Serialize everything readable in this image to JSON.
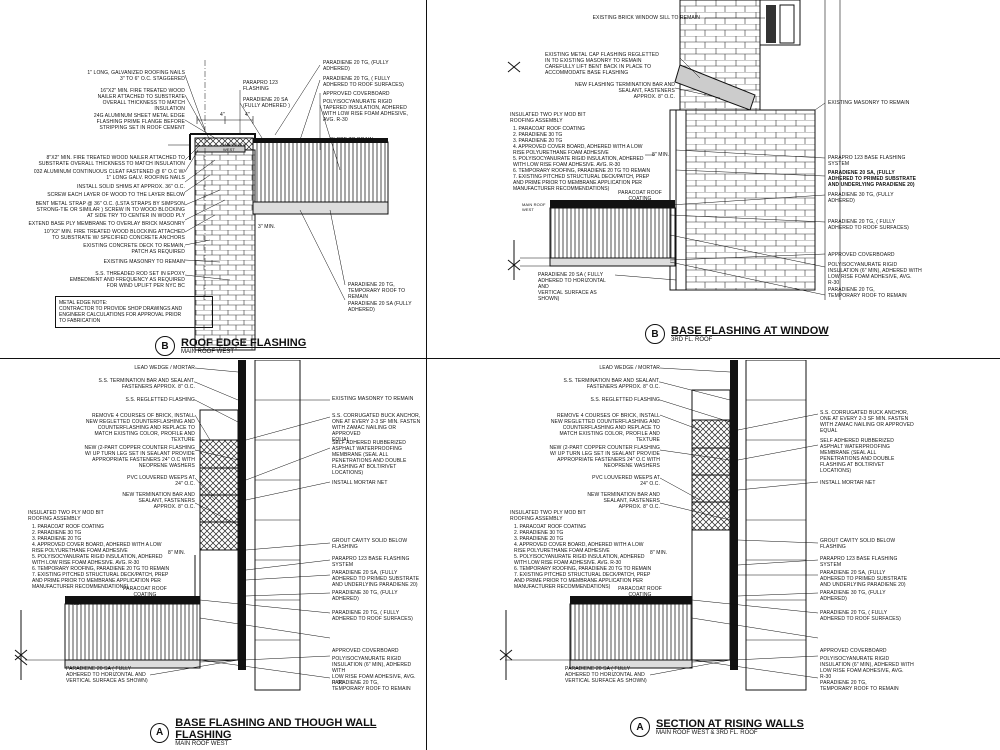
{
  "panels": {
    "roof_edge": {
      "marker": "B",
      "title": "ROOF EDGE FLASHING",
      "subtitle": "MAIN ROOF WEST",
      "left_notes": [
        "1\" LONG, GALVANIZED ROOFING NAILS\n3\" TO 6\" O.C. STAGGERED",
        "16\"X2\" MIN. FIRE TREATED WOOD\nNAILER ATTACHED TO SUBSTRATE\nOVERALL THICKNESS TO MATCH\nINSULATION",
        "24G ALUMINUM SHEET METAL EDGE\nFLASHING PRIME FLANGE BEFORE\nSTRIPPING SET IN ROOF CEMENT",
        "8\"X2\" MIN. FIRE TREATED WOOD NAILER ATTACHED TO\nSUBSTRATE OVERALL THICKNESS TO MATCH INSULATION",
        "032 ALUMINUM CONTINUOUS CLEAT FASTENED @ 6\" o.c W/\n1\" LONG GALV. ROOFING NAILS",
        "INSTALL SOLID SHIMS AT APPROX. 36\" O.C.",
        "SCREW EACH LAYER OF WOOD TO THE LAYER BELOW",
        "BENT METAL STRAP @ 36\" O.C. (LSTA STRAPS BY SIMPSON\nSTRONG-TIE OR SIMILAR ) SCREW IN TO WOOD BLOCKING\nAT SIDE TRY TO CENTER IN WOOD PLY",
        "EXTEND BASE PLY MEMBRANE TO OVERLAY BRICK MASONRY",
        "10\"X2\" MIN. FIRE TREATED WOOD BLOCKING ATTACHED\nTO SUBSTRATE W/ SPECIFIED CONCRETE ANCHORS",
        "EXISTING CONCRETE DECK TO REMAIN,\nPATCH AS REQUIRED",
        "EXISTING MASONRY TO REMAIN",
        "S.S. THREADED ROD SET IN EPOXY\nEMBEDMENT AND FREQUENCY AS REQUIRED\nFOR WIND UPLIFT PER NYC BC"
      ],
      "right_notes": [
        "PARADIENE 20 TG, (FULLY\nADHERED)",
        "PARADIENE 20 TG, ( FULLY\nADHERED TO ROOF SURFACES)",
        "APPROVED COVERBOARD",
        "POLYISOCYANURATE RIGID\nTAPERED INSULATION, ADHERED\nWITH LOW RISE FOAM ADHESIVE,\nAVG. R-30",
        "PARADIENE 20 TG,\nTEMPORARY ROOF TO\nREMAIN",
        "PARADIENE 20 SA (FULLY\nADHERED)"
      ],
      "top_notes": [
        "PARAPRO 123\nFLASHING",
        "PARADIENE 20 SA\n(FULLY ADHERED )"
      ],
      "level_tag": "MAIN ROOF\nWEST",
      "slope": "SLOPE TO DRAIN",
      "dims": [
        "4\"",
        "4\"",
        "3\" MIN."
      ],
      "box_note": "METAL EDGE NOTE:\nCONTRACTOR TO PROVIDE SHOP DRAWINGS AND\nENGINEER CALCULATIONS FOR APPROVAL PRIOR\nTO FABRICATION"
    },
    "window": {
      "marker": "B",
      "title": "BASE FLASHING AT WINDOW",
      "subtitle": "3RD FL. ROOF",
      "top_notes": [
        "EXISTING BRICK WINDOW SILL TO REMAIN",
        "EXISTING METAL CAP FLASHING REGLETTED\nIN TO EXISTING MASONRY TO REMAIN\nCAREFULLY LIFT BENT BACK IN PLACE TO\nACCOMMODATE BASE FLASHING",
        "NEW FLASHING TERMINATION BAR AND\nSEALANT, FASTENERS\nAPPROX. 8\" O.C."
      ],
      "assembly_head": "INSULATED TWO PLY MOD BIT\nROOFING ASSEMBLY",
      "assembly": [
        "1.  PARACOAT ROOF COATING",
        "2.  PARADIENE 30 TG",
        "3.  PARADIENE 20 TG",
        "4.  APPROVED COVER BOARD, ADHERED WITH A LOW",
        "     RISE POLYURETHANE FOAM ADHESIVE",
        "5.  POLYISOCYANURATE RIGID INSULATION, ADHERED",
        "     WITH LOW RISE FOAM ADHESIVE. AVG. R-30",
        "6.  TEMPORARY ROOFING, PARADIENE 20 TG TO REMAIN",
        "7.  EXISTING PITCHED STRUCTURAL DECK/PATCH, PREP",
        "     AND PRIME PRIOR TO MEMBRANE APPLICATION PER",
        "     MANUFACTURER RECOMMENDATIONS)"
      ],
      "right_notes": [
        "EXISTING MASONRY TO REMAIN",
        "PARAPRO 123 BASE FLASHING\nSYSTEM",
        "PARADIENE 20 SA, (FULLY\nADHERED TO PRIMED SUBSTRATE\nAND UNDERLYING PARADIENE 20)",
        "PARADIENE 30 TG, (FULLY\nADHERED)",
        "PARADIENE 20 TG, ( FULLY\nADHERED TO ROOF SURFACES)",
        "APPROVED COVERBOARD",
        "POLYISOCYANURATE RIGID\nINSULATION (6\" MIN), ADHERED WITH\nLOW RISE FOAM ADHESIVE, AVG.\nR-30",
        "PARADIENE 20 TG,\nTEMPORARY ROOF TO REMAIN"
      ],
      "coat_label": "PARACOAT ROOF\nCOATING",
      "level_tag": "MAIN ROOF\nWEST",
      "min_dim": "8\" MIN.",
      "bottom_note": "PARADIENE 20 SA ( FULLY\nADHERED TO HORIZONTAL AND\nVERTICAL SURFACE AS SHOWN)"
    },
    "through_wall": {
      "marker": "A",
      "title": "BASE FLASHING AND THOUGH WALL FLASHING",
      "subtitle": "MAIN ROOF WEST",
      "left_notes": [
        "LEAD WEDGE / MORTAR",
        "S.S. TERMINATION BAR AND SEALANT,\nFASTENERS APPROX. 8\" O.C.",
        "S.S. REGLETTED FLASHING",
        "REMOVE 4 COURSES OF BRICK, INSTALL\nNEW REGLETTED COUNTERFLASHING AND\nCOUNTERFLASHING AND REPLACE TO\nMATCH EXISTING COLOR, PROFILE AND\nTEXTURE",
        "NEW (2-PART COPPER COUNTER FLASHING\nW/ UP TURN LEG SET IN SEALANT PROVIDE\nAPPROPRIATE FASTENERS 24\" o.c WITH\nNEOPRENE WASHERS",
        "PVC LOUVERED WEEPS AT\n24\" O.C.",
        "NEW TERMINATION BAR AND\nSEALANT, FASTENERS\nAPPROX. 8\" O.C."
      ],
      "right_notes": [
        "EXISTING MASONRY TO REMAIN",
        "S.S.  CORRUGATED BUCK ANCHOR,\nONE AT EVERY 2-3 SF MIN. FASTEN\nWITH ZAMAC NAILING OR APPROVED\nEQUAL",
        "SELF ADHERED RUBBERIZED\nASPHALT WATERPROOFING\nMEMBRANE (SEAL ALL\nPENETRATIONS AND DOUBLE\nFLASHING AT BOLT/RIVET\nLOCATIONS)",
        "INSTALL MORTAR NET",
        "GROUT CAVITY SOLID BELOW\nFLASHING",
        "PARAPRO 123 BASE FLASHING\nSYSTEM",
        "PARADIENE 20 SA, (FULLY\nADHERED TO PRIMED SUBSTRATE\nAND UNDERLYING PARADIENE 20)",
        "PARADIENE 30 TG, (FULLY\nADHERED)",
        "PARADIENE 20 TG, ( FULLY\nADHERED TO ROOF SURFACES)",
        "APPROVED COVERBOARD",
        "POLYISOCYANURATE RIGID\nINSULATION (6\" MIN), ADHERED WITH\nLOW RISE FOAM ADHESIVE, AVG.\nR-30",
        "PARADIENE 20 TG,\nTEMPORARY ROOF TO REMAIN"
      ],
      "assembly_head": "INSULATED TWO PLY MOD BIT\nROOFING ASSEMBLY",
      "coat_label": "PARACOAT ROOF\nCOATING",
      "level_tag": "MAIN ROOF\nWEST",
      "min_dim": "8\" MIN.",
      "bottom_note": "PARADIENE 20 SA ( FULLY\nADHERED TO HORIZONTAL AND\nVERTICAL SURFACE AS SHOWN)"
    },
    "rising_walls": {
      "marker": "A",
      "title": "SECTION AT  RISING WALLS",
      "subtitle": "MAIN ROOF WEST & 3RD FL. ROOF",
      "assembly_head": "INSULATED TWO PLY MOD BIT\nROOFING ASSEMBLY",
      "coat_label": "PARACOAT ROOF\nCOATING",
      "level_tag": "",
      "min_dim": "8\" MIN.",
      "bottom_note": "PARADIENE 20 SA ( FULLY\nADHERED TO HORIZONTAL AND\nVERTICAL SURFACE AS SHOWN)"
    }
  }
}
